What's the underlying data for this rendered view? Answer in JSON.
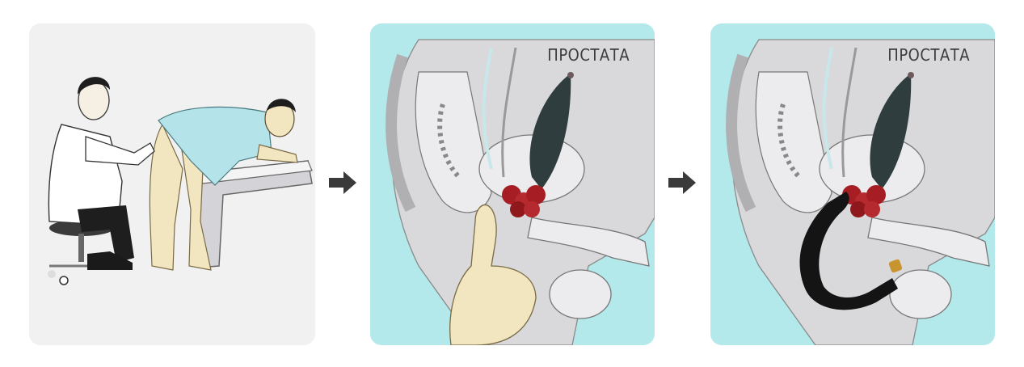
{
  "panels": [
    {
      "id": "exam"
    },
    {
      "id": "finger",
      "label": "ПРОСТАТА"
    },
    {
      "id": "massager",
      "label": "ПРОСТАТА"
    }
  ],
  "colors": {
    "panel_bg_exam": "#f1f1f1",
    "panel_bg_anatomy": "#b3e9ea",
    "prostate": "#2f3d3f",
    "gland": "#a61e24",
    "massager": "#141414",
    "massager_tip": "#c8942e",
    "skin": "#f1e6bf",
    "arrow": "#3a3a3a"
  },
  "icons": [
    "arrow-right-icon",
    "arrow-right-icon"
  ]
}
